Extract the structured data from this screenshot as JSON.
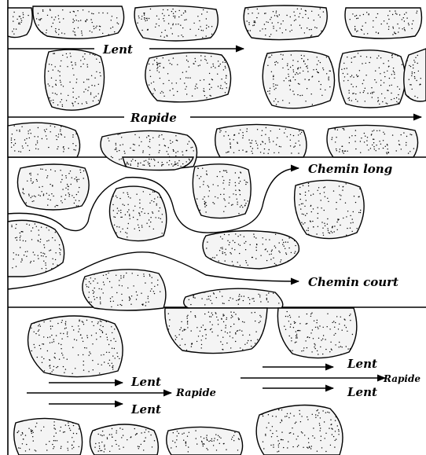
{
  "panels": [
    {
      "id": "panel-top",
      "labels": {
        "slow": "Lent",
        "fast": "Rapide"
      }
    },
    {
      "id": "panel-middle",
      "labels": {
        "long_path": "Chemin long",
        "short_path": "Chemin court"
      }
    },
    {
      "id": "panel-bottom",
      "labels": {
        "left_slow_top": "Lent",
        "left_fast": "Rapide",
        "left_slow_bottom": "Lent",
        "right_slow_top": "Lent",
        "right_fast": "Rapide",
        "right_slow_bottom": "Lent"
      }
    }
  ]
}
